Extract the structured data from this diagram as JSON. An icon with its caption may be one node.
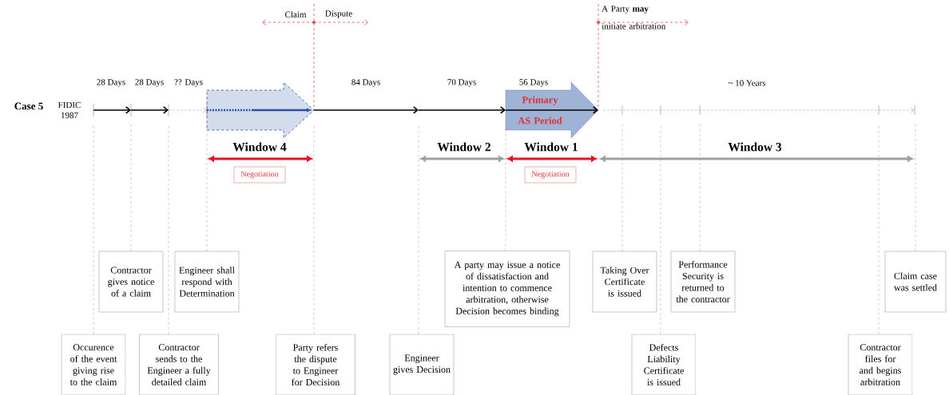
{
  "diagram": {
    "nodes": [
      {
        "text": [
          "Occurence of the event giving rise to the claim"
        ]
      },
      {
        "text": [
          "Contractor gives notice of a claim"
        ]
      },
      {
        "text": [
          "Contractor sends to the Engineer a fully detailed claim"
        ]
      },
      {
        "text": [
          "Engineer shall respond with Determination"
        ]
      },
      {
        "text": [
          "Party refers the dispute to Engineer for Decision"
        ]
      },
      {
        "text": [
          "Engineer gives Decision"
        ]
      },
      {
        "text": [
          "A party may issue a notice of dissatisfaction and intention to commence arbitration, otherwise Decision becomes binding"
        ]
      },
      {
        "text": [
          "Taking Over Certificate is issued"
        ]
      },
      {
        "text": [
          "Defects Liability Certificate is issued"
        ]
      },
      {
        "text": [
          "Performance Security is returned to the contractor"
        ]
      },
      {
        "text": [
          "Contractor files for and begins arbitration"
        ]
      },
      {
        "text": [
          "Claim case was settled"
        ]
      },
      {
        "text": [
          "Negotiation"
        ]
      },
      {
        "text": [
          "Negotiation"
        ]
      },
      {
        "text": [
          "Primary AS Period"
        ]
      }
    ],
    "edges": [
      {
        "from": 0,
        "to": null,
        "arrow": "none",
        "style": "dashed"
      },
      {
        "from": 1,
        "to": null,
        "arrow": "none",
        "style": "dashed"
      },
      {
        "from": 2,
        "to": null,
        "arrow": "none",
        "style": "dashed"
      },
      {
        "from": 3,
        "to": null,
        "arrow": "none",
        "style": "dashed"
      },
      {
        "from": 4,
        "to": null,
        "arrow": "none",
        "style": "dashed"
      },
      {
        "from": 5,
        "to": null,
        "arrow": "none",
        "style": "dashed"
      },
      {
        "from": 6,
        "to": 14,
        "arrow": "none",
        "style": "dashed"
      },
      {
        "from": 7,
        "to": null,
        "arrow": "none",
        "style": "dashed"
      },
      {
        "from": 8,
        "to": null,
        "arrow": "none",
        "style": "dashed"
      },
      {
        "from": 9,
        "to": null,
        "arrow": "none",
        "style": "dashed"
      },
      {
        "from": 10,
        "to": null,
        "arrow": "none",
        "style": "dashed"
      },
      {
        "from": 11,
        "to": null,
        "arrow": "none",
        "style": "dashed"
      }
    ],
    "labels": [
      "Claim",
      "Dispute",
      "A Party **may** initiate arbitration",
      "28 Days",
      "28 Days",
      "?? Days",
      "84 Days",
      "70 Days",
      "56 Days",
      "~ 10 Years",
      "Case 5",
      "FIDIC 1987",
      "Window 4",
      "Window 2",
      "Window 1",
      "Window 3"
    ]
  }
}
